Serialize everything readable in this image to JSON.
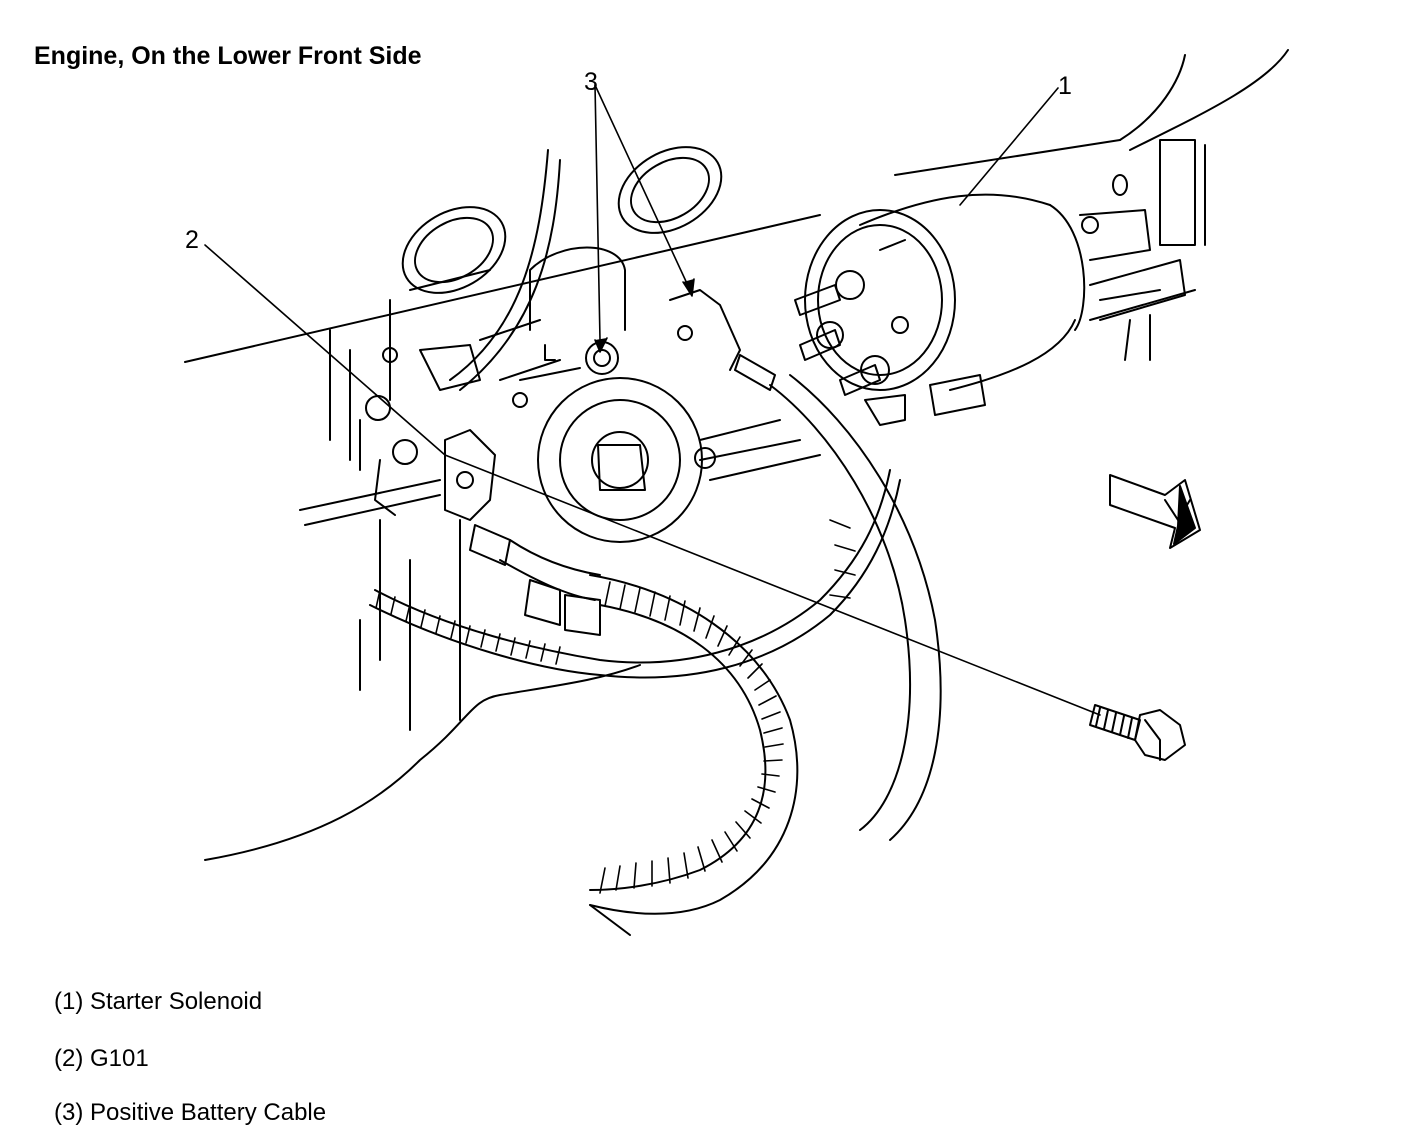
{
  "diagram": {
    "title": "Engine, On the Lower Front Side",
    "callouts": {
      "c1": "1",
      "c2": "2",
      "c3": "3"
    },
    "legend": [
      {
        "text": "(1) Starter Solenoid"
      },
      {
        "text": "(2) G101"
      },
      {
        "text": "(3) Positive Battery Cable"
      }
    ],
    "line_color": "#000000",
    "background": "#ffffff"
  }
}
